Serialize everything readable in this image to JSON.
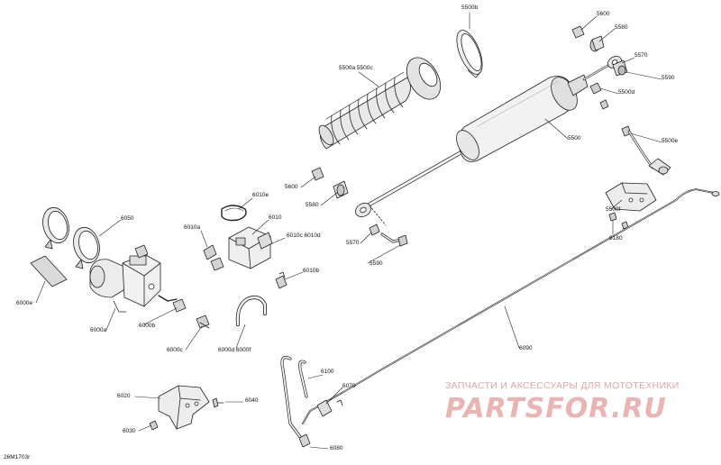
{
  "diagram": {
    "reference_code": "26M1703r",
    "callouts": {
      "c5500b": "5500b",
      "c5600_top": "5600",
      "c5580_top": "5580",
      "c5570_top": "5570",
      "c5590_top": "5590",
      "c5500d": "5500d",
      "c5500a_c": "5500a 5500c",
      "c5500": "5500",
      "c5500e": "5500e",
      "c5600_mid": "5600",
      "c5580_mid": "5580",
      "c5500f": "5500f",
      "c6010e": "6010e",
      "c6010": "6010",
      "c6010a": "6010a",
      "c6010c_d": "6010c 6010d",
      "c5570_mid": "5570",
      "c5590_mid": "5590",
      "c6180": "6180",
      "c6050": "6050",
      "c6010b": "6010b",
      "c6000e": "6000e",
      "c6000a": "6000a",
      "c6000b": "6000b",
      "c6000c": "6000c",
      "c6000d_f": "6000d 6000f",
      "c6090": "6090",
      "c6100": "6100",
      "c6070": "6070",
      "c6020": "6020",
      "c6040": "6040",
      "c6030": "6030",
      "c6080": "6080"
    },
    "colors": {
      "line": "#222222",
      "part_fill": "#f4f4f4",
      "shade": "#d0d0d0",
      "watermark_text": "#d9a8a8",
      "watermark_logo": "#e8b4b4"
    }
  },
  "watermark": {
    "text": "ЗАПЧАСТИ И АКСЕССУАРЫ ДЛЯ МОТОТЕХНИКИ",
    "logo": "PARTSFOR.RU"
  }
}
